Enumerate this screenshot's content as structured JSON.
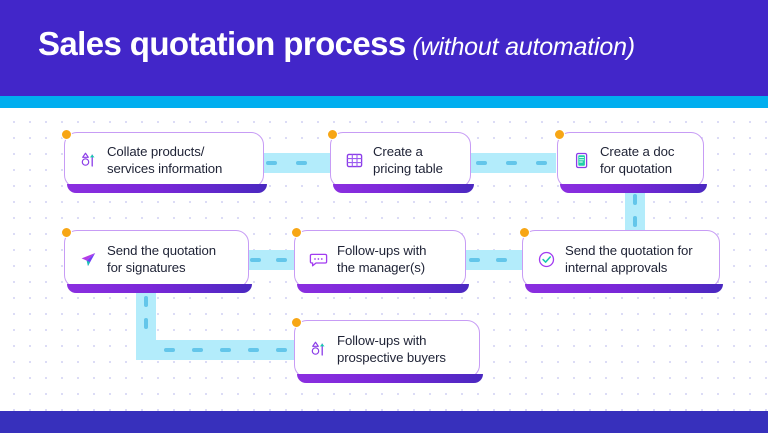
{
  "header": {
    "title_main": "Sales quotation process",
    "title_sub": "(without automation)",
    "band_color": "#4226C9",
    "accent_stripe_color": "#00AEEF",
    "title_color": "#FFFFFF"
  },
  "footer": {
    "band_color": "#3730BC"
  },
  "canvas": {
    "background_color": "#FFFFFF",
    "dot_grid_color": "#D9D9F5"
  },
  "theme": {
    "node_border": "#C79CF5",
    "node_underline": "#7A27D8",
    "node_dot": "#F7A615",
    "connector": "#B3ECFB",
    "connector_dash": "#63C6EA",
    "text": "#1E2235"
  },
  "nodes": [
    {
      "id": "collate-products",
      "icon": "person-arrow-icon",
      "line1": "Collate products/",
      "line2": "services information"
    },
    {
      "id": "pricing-table",
      "icon": "table-icon",
      "line1": "Create a",
      "line2": "pricing table"
    },
    {
      "id": "create-doc",
      "icon": "document-icon",
      "line1": "Create a doc",
      "line2": "for quotation"
    },
    {
      "id": "send-signatures",
      "icon": "send-plane-icon",
      "line1": "Send the quotation",
      "line2": "for signatures"
    },
    {
      "id": "followup-manager",
      "icon": "chat-bubble-icon",
      "line1": "Follow-ups with",
      "line2": "the manager(s)"
    },
    {
      "id": "internal-approvals",
      "icon": "check-circle-icon",
      "line1": "Send the quotation for",
      "line2": "internal approvals"
    },
    {
      "id": "followup-buyers",
      "icon": "person-arrow-icon",
      "line1": "Follow-ups with",
      "line2": "prospective buyers"
    }
  ]
}
